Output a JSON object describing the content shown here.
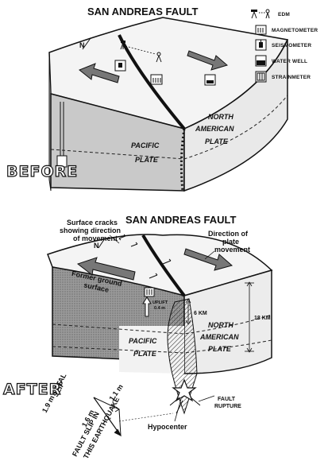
{
  "before": {
    "title": "SAN ANDREAS FAULT",
    "compass": "N",
    "plate_left": [
      "PACIFIC",
      "PLATE"
    ],
    "plate_right": [
      "NORTH",
      "AMERICAN",
      "PLATE"
    ],
    "stamp": "BEFORE"
  },
  "legend": {
    "items": [
      {
        "label": "EDM",
        "icon": "edm-icon"
      },
      {
        "label": "MAGNETOMETER",
        "icon": "magnetometer-icon"
      },
      {
        "label": "SEISMOMETER",
        "icon": "seismometer-icon"
      },
      {
        "label": "WATER WELL",
        "icon": "water-well-icon"
      },
      {
        "label": "STRAINMETER",
        "icon": "strainmeter-icon"
      }
    ]
  },
  "after": {
    "title": "SAN ANDREAS FAULT",
    "compass": "N",
    "surface_cracks": [
      "Surface cracks",
      "showing direction",
      "of movement"
    ],
    "direction": [
      "Direction of",
      "plate",
      "movement"
    ],
    "former_surface": [
      "Former ground",
      "surface"
    ],
    "uplift": [
      "UPLIFT",
      "0.4 m"
    ],
    "depth_6": "6 KM",
    "depth_18": "18 KM",
    "plate_left": [
      "PACIFIC",
      "PLATE"
    ],
    "plate_right": [
      "NORTH",
      "AMERICAN",
      "PLATE"
    ],
    "total_slip": [
      "1.9 m TOTAL",
      "SLIP"
    ],
    "slip_a": "1.1 m",
    "slip_b": "1.6 m",
    "fault_slip": [
      "FAULT SLIP IN",
      "THIS EARTHQUAKE"
    ],
    "hypocenter": "Hypocenter",
    "rupture": [
      "FAULT",
      "RUPTURE"
    ],
    "stamp": "AFTER"
  }
}
